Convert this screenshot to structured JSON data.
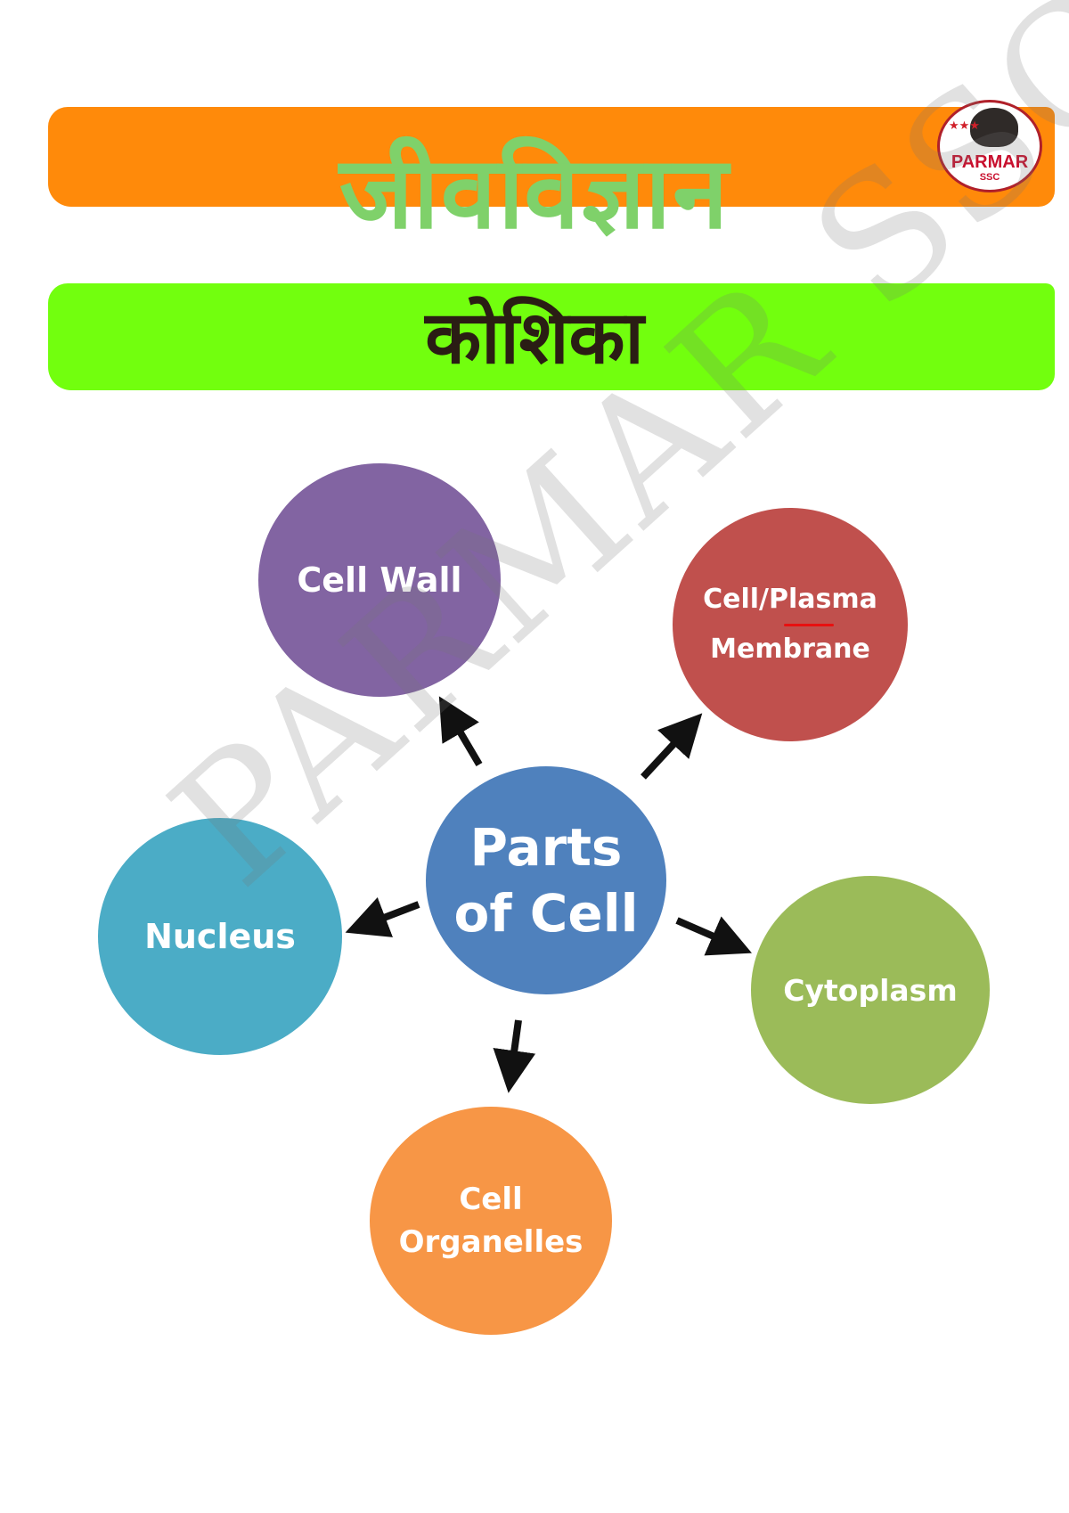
{
  "header": {
    "title": "जीवविज्ञान",
    "subtitle": "कोशिका"
  },
  "logo": {
    "text": "PARMAR",
    "sub": "SSC",
    "stars": "★★★"
  },
  "watermark": "PARMAR SSC",
  "diagram": {
    "center": {
      "line1": "Parts",
      "line2": "of Cell"
    },
    "nodes": {
      "cell_wall": "Cell Wall",
      "membrane": {
        "line1": "Cell/Plasma",
        "line2": "Membrane"
      },
      "nucleus": "Nucleus",
      "cytoplasm": "Cytoplasm",
      "organelles": {
        "line1": "Cell",
        "line2": "Organelles"
      }
    }
  },
  "colors": {
    "orange_band": "#ff8a0a",
    "green_band": "#72ff0e",
    "cell_wall": "#8264a2",
    "membrane": "#c0504d",
    "center": "#4f81bd",
    "nucleus": "#4bacc6",
    "cytoplasm": "#9bbb59",
    "organelles": "#f79646"
  }
}
